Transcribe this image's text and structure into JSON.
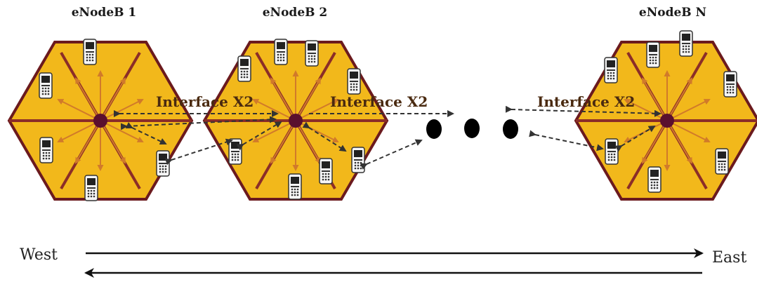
{
  "diagram": {
    "cells": [
      {
        "id": "cell1",
        "title": "eNodeB 1"
      },
      {
        "id": "cell2",
        "title": "eNodeB 2"
      },
      {
        "id": "cell3",
        "title": "eNodeB N"
      }
    ],
    "interfaces": [
      {
        "label": "Interface X2"
      },
      {
        "label": "Interface X2"
      },
      {
        "label": "Interface X2"
      }
    ],
    "directions": {
      "west": "West",
      "east": "East"
    },
    "colors": {
      "cell_fill": "#f2b81b",
      "cell_stroke": "#6b1a1e",
      "sector_line": "#8b2d28",
      "center_dot": "#5a0f2e",
      "arrow": "#d17a2a",
      "link": "#333333",
      "phone_body": "#f5f5f5",
      "phone_outline": "#333333"
    },
    "icons": {
      "handset": "mobile-phone-icon",
      "ellipsis": "ellipsis-dots"
    }
  }
}
